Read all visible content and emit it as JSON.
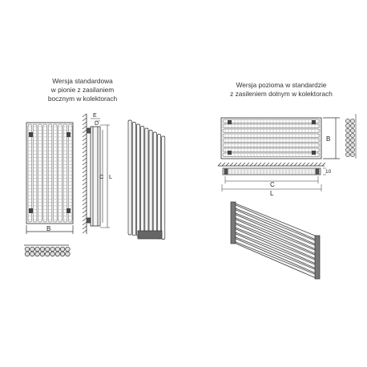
{
  "captions": {
    "left": [
      "Wersja standardowa",
      "w pionie z zasilaniem",
      "bocznym w kolektorach"
    ],
    "right": [
      "Wersja pozioma w standardzie",
      "z zasileniem dolnym w kolektorach"
    ]
  },
  "dimensions": {
    "B": "B",
    "C": "C",
    "L": "L",
    "E": "E",
    "D": "D",
    "ten": "10"
  },
  "colors": {
    "line": "#333333",
    "fill": "#e6e6e6",
    "dark": "#555555"
  }
}
